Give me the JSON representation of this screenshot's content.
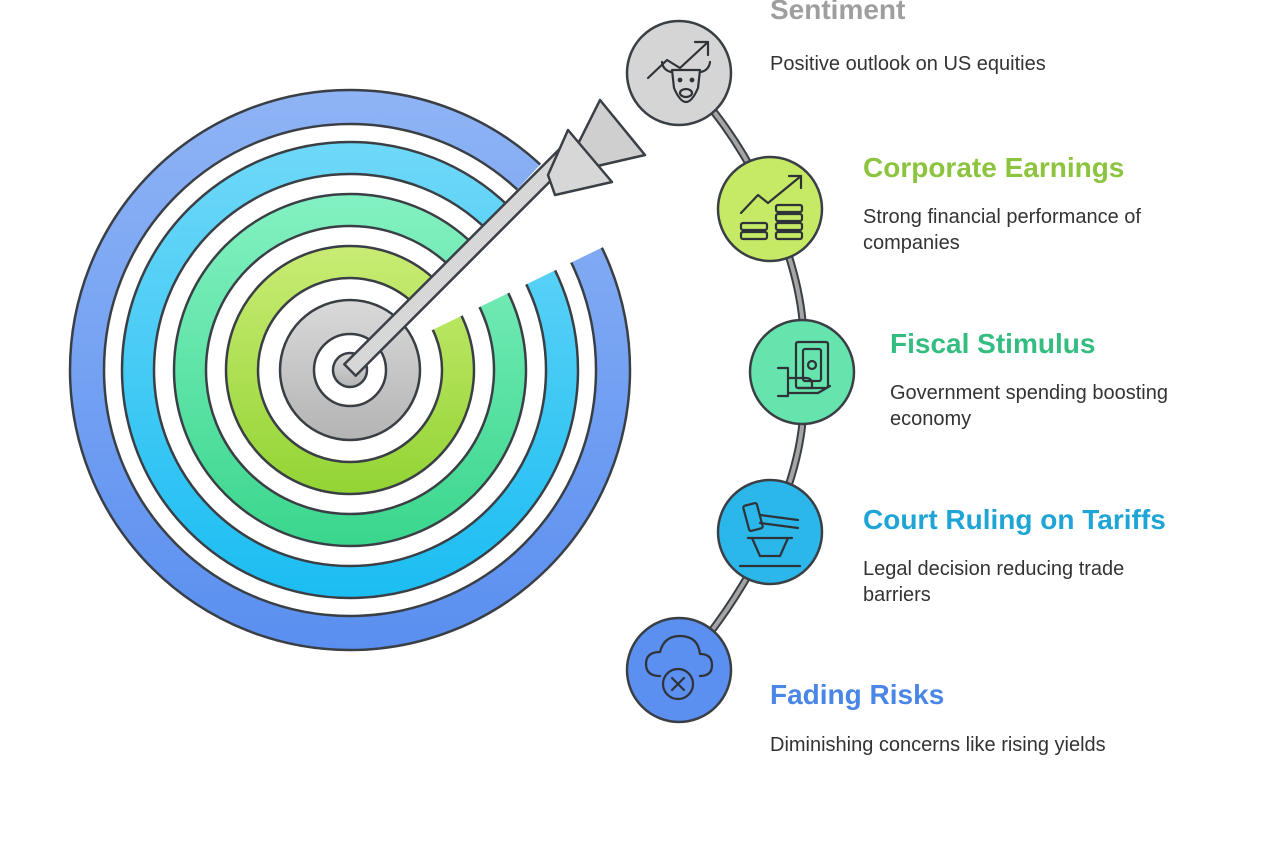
{
  "colors": {
    "sentiment": "#9e9e9e",
    "earnings": "#8cc43f",
    "fiscal": "#34bd80",
    "court": "#1ea5d6",
    "risks": "#4a86e6",
    "outline": "#3a3f45",
    "connector": "#9a9a9a"
  },
  "items": [
    {
      "key": "sentiment",
      "title": "Sentiment",
      "description": "Positive outlook on US equities",
      "icon": "bull-trend-icon"
    },
    {
      "key": "earnings",
      "title": "Corporate Earnings",
      "description": "Strong financial performance of companies",
      "icon": "coins-growth-icon"
    },
    {
      "key": "fiscal",
      "title": "Fiscal Stimulus",
      "description": "Government spending boosting economy",
      "icon": "hand-money-icon"
    },
    {
      "key": "court",
      "title": "Court Ruling on Tariffs",
      "description": "Legal decision reducing trade barriers",
      "icon": "gavel-icon"
    },
    {
      "key": "risks",
      "title": "Fading Risks",
      "description": "Diminishing concerns like rising yields",
      "icon": "cloud-cancel-icon"
    }
  ]
}
